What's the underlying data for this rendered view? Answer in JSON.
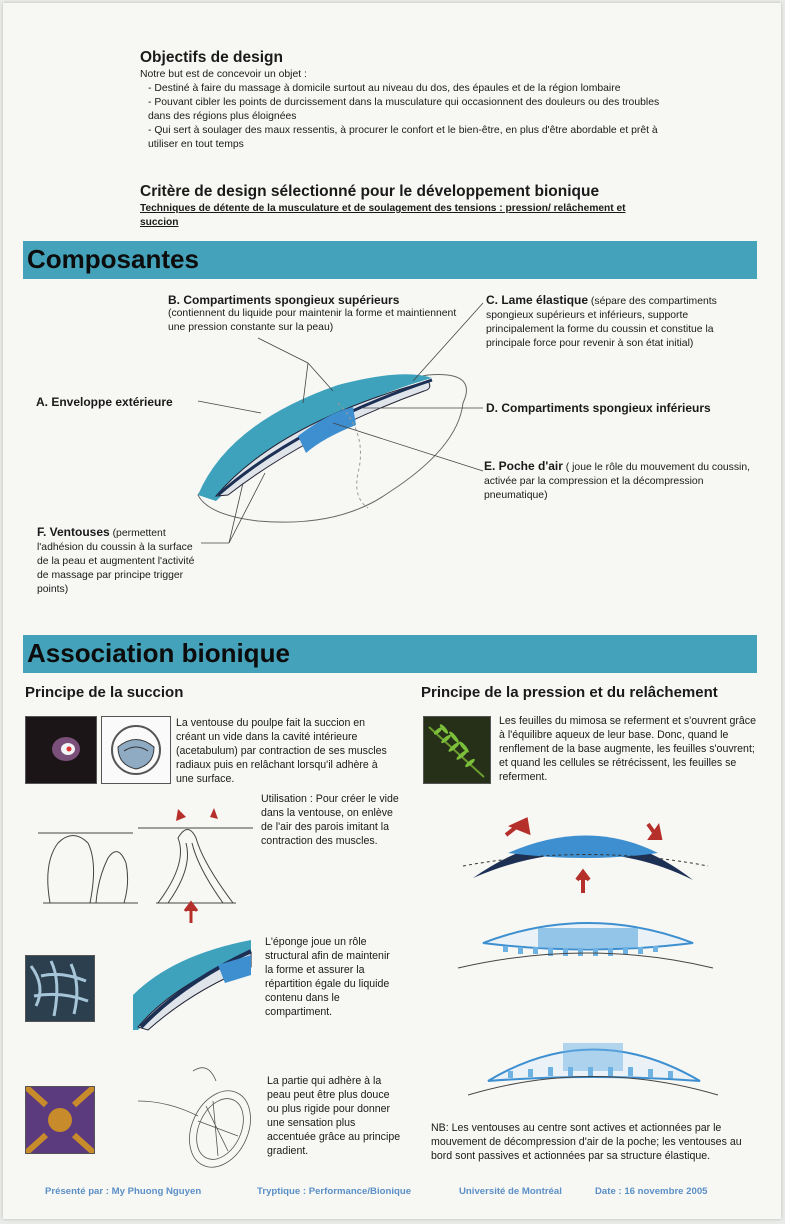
{
  "objectives": {
    "title": "Objectifs de design",
    "intro": "Notre but est de concevoir un objet :",
    "items": [
      "- Destiné à faire du massage à domicile surtout au niveau du dos, des épaules et de la région lombaire",
      "- Pouvant cibler les points de durcissement dans la musculature qui occasionnent des douleurs ou des troubles dans des régions plus éloignées",
      "- Qui sert à soulager des maux ressentis, à procurer le confort et le bien-être, en plus d'être abordable et prêt à utiliser en tout temps"
    ]
  },
  "criteria": {
    "title": "Critère de design sélectionné pour le développement bionique",
    "subtitle": "Techniques de détente de la musculature et de soulagement des tensions : pression/ relâchement et succion"
  },
  "components": {
    "band_title": "Composantes",
    "A": {
      "label": "A. Enveloppe extérieure"
    },
    "B": {
      "label": "B. Compartiments spongieux supérieurs",
      "desc": "(contiennent du liquide pour maintenir la forme et maintiennent une pression constante sur la peau)"
    },
    "C": {
      "label": "C. Lame élastique",
      "desc": " (sépare des compartiments spongieux supérieurs et inférieurs, supporte principalement la forme du coussin et constitue la principale force pour revenir à son état initial)"
    },
    "D": {
      "label": "D. Compartiments spongieux inférieurs"
    },
    "E": {
      "label": "E. Poche d'air",
      "desc": " ( joue le rôle du mouvement du coussin, activée par la compression et la décompression pneumatique)"
    },
    "F": {
      "label": "F. Ventouses",
      "desc": " (permettent l'adhésion du coussin à la surface de la peau et augmentent l'activité de massage par principe trigger points)"
    }
  },
  "bionic": {
    "band_title": "Association bionique",
    "suction": {
      "title": "Principe de la succion",
      "text1": "La ventouse du poulpe fait la succion en créant un vide dans la cavité intérieure (acetabulum) par contraction de ses muscles radiaux puis en relâchant lorsqu'il adhère à une surface.",
      "text2": "Utilisation : Pour créer le vide dans la ventouse, on enlève de l'air des parois imitant la contraction des muscles.",
      "text3": "L'éponge joue un rôle structural afin de maintenir la forme et assurer la répartition égale du liquide contenu dans le compartiment.",
      "text4": "La partie qui adhère à la peau peut être plus douce ou plus rigide pour donner une sensation plus accentuée grâce au principe gradient."
    },
    "pressure": {
      "title": "Principe de la pression et du relâchement",
      "text1": "Les feuilles du mimosa se referment et s'ouvrent grâce à l'équilibre aqueux de leur base. Donc, quand le renflement de la base augmente, les feuilles s'ouvrent; et quand les cellules se rétrécissent, les feuilles se referment.",
      "note": "NB: Les ventouses au centre sont actives et actionnées par le mouvement de décompression d'air de la poche; les ventouses au bord sont passives et actionnées par sa structure élastique."
    }
  },
  "footer": {
    "presenter": "Présenté par : My Phuong Nguyen",
    "tryptique": "Tryptique : Performance/Bionique",
    "university": "Université de Montréal",
    "date": "Date : 16 novembre 2005"
  },
  "colors": {
    "band": "#44a3ba",
    "blue_fill": "#3d8fd0",
    "dark_blade": "#1c2f55",
    "arrow": "#b5302a",
    "footer": "#5a8fc7"
  }
}
